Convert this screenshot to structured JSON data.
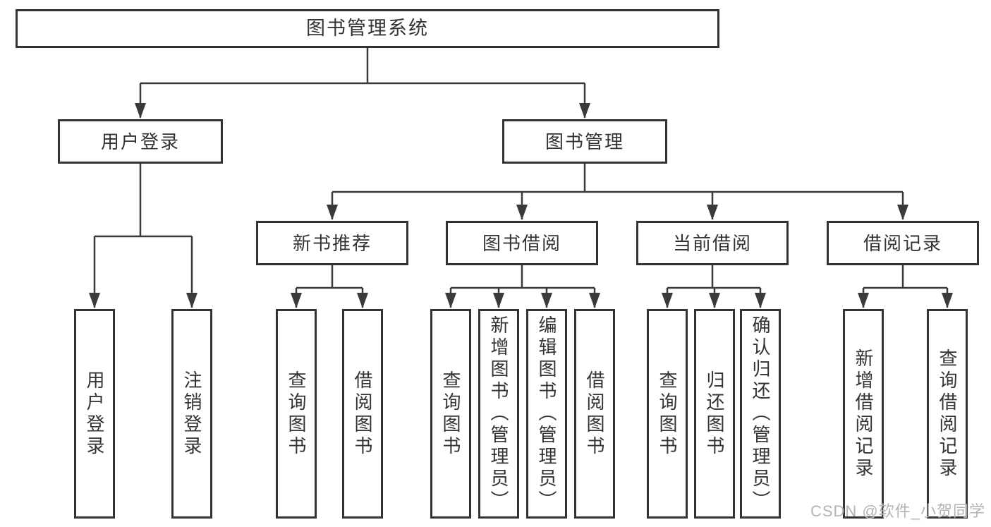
{
  "diagram_type": "hierarchy-tree",
  "tree": {
    "label": "图书管理系统",
    "children": [
      {
        "label": "用户登录",
        "children": [
          {
            "label": "用户登录"
          },
          {
            "label": "注销登录"
          }
        ]
      },
      {
        "label": "图书管理",
        "children": [
          {
            "label": "新书推荐",
            "children": [
              {
                "label": "查询图书"
              },
              {
                "label": "借阅图书"
              }
            ]
          },
          {
            "label": "图书借阅",
            "children": [
              {
                "label": "查询图书"
              },
              {
                "label": "新增图书（管理员）"
              },
              {
                "label": "编辑图书（管理员）"
              },
              {
                "label": "借阅图书"
              }
            ]
          },
          {
            "label": "当前借阅",
            "children": [
              {
                "label": "查询图书"
              },
              {
                "label": "归还图书"
              },
              {
                "label": "确认归还（管理员）"
              }
            ]
          },
          {
            "label": "借阅记录",
            "children": [
              {
                "label": "新增借阅记录"
              },
              {
                "label": "查询借阅记录"
              }
            ]
          }
        ]
      }
    ]
  },
  "watermark": "CSDN @软件_小贺同学",
  "colors": {
    "background": "#ffffff",
    "box_border": "#333333",
    "text": "#333333",
    "connector": "#3a3a3a",
    "watermark": "#b3b3b3"
  }
}
